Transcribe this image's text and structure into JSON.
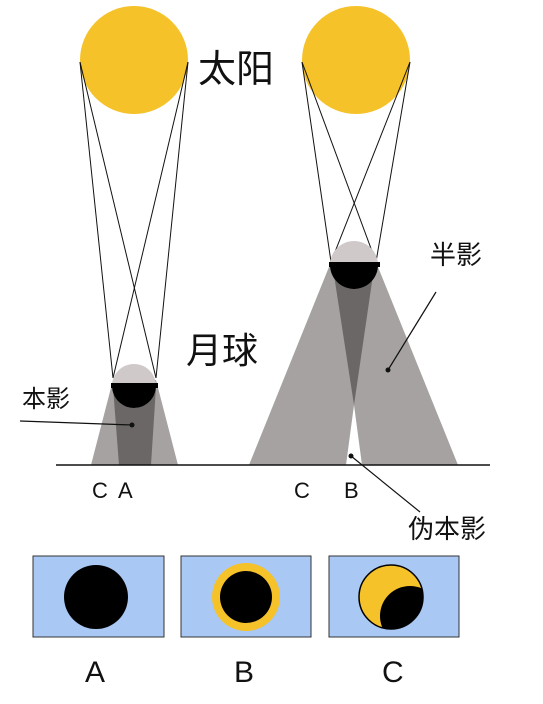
{
  "labels": {
    "sun": "太阳",
    "moon": "月球",
    "umbra": "本影",
    "penumbra": "半影",
    "pseudo_umbra": "伪本影",
    "left_c": "C",
    "left_a": "A",
    "right_c": "C",
    "right_b": "B"
  },
  "panels": [
    {
      "label": "A",
      "eclipse": "total"
    },
    {
      "label": "B",
      "eclipse": "annular"
    },
    {
      "label": "C",
      "eclipse": "partial"
    }
  ],
  "colors": {
    "sun": "#f6c22a",
    "sky": "#a9c8f4",
    "moon_dark": "#000000",
    "penumbra": "#a6a2a2",
    "umbra": "#6b6767",
    "moon_light": "#cfc9c9"
  }
}
